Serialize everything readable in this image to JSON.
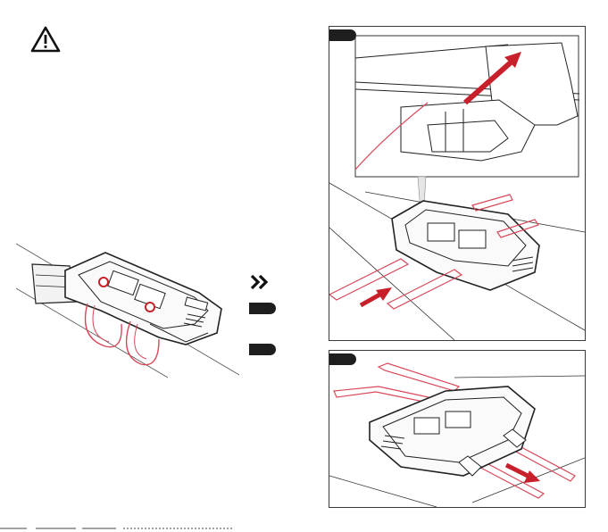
{
  "colors": {
    "accent_red": "#c8202a",
    "strap_red": "#d8485a",
    "line_dark": "#2a2a2a",
    "badge": "#1e1e1e"
  },
  "icons": {
    "warning": "warning-triangle-icon",
    "continue": "double-chevron-right-icon"
  },
  "figures": [
    {
      "id": "left-bracket-illustration"
    },
    {
      "id": "step-panel-1"
    },
    {
      "id": "step-panel-2"
    }
  ],
  "footer": {
    "text": ""
  }
}
